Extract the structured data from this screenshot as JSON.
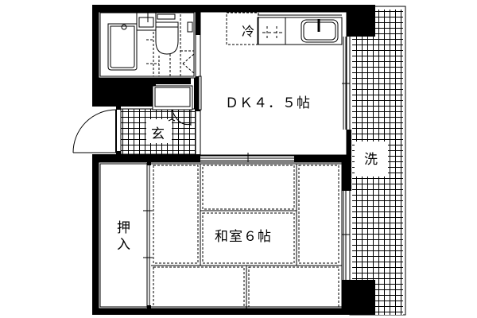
{
  "floorplan": {
    "rooms": {
      "dk": {
        "label": "ＤＫ４．５帖",
        "name": "DK",
        "size_jo": 4.5
      },
      "washitsu": {
        "label": "和室６帖",
        "name": "和室",
        "size_jo": 6
      },
      "oshiire": {
        "label_line1": "押",
        "label_line2": "入"
      },
      "genkan": {
        "label": "玄"
      },
      "reizouko": {
        "label": "冷"
      },
      "sentakuki": {
        "label": "洗"
      }
    },
    "colors": {
      "wall": "#000000",
      "background": "#ffffff",
      "line": "#000000"
    }
  }
}
